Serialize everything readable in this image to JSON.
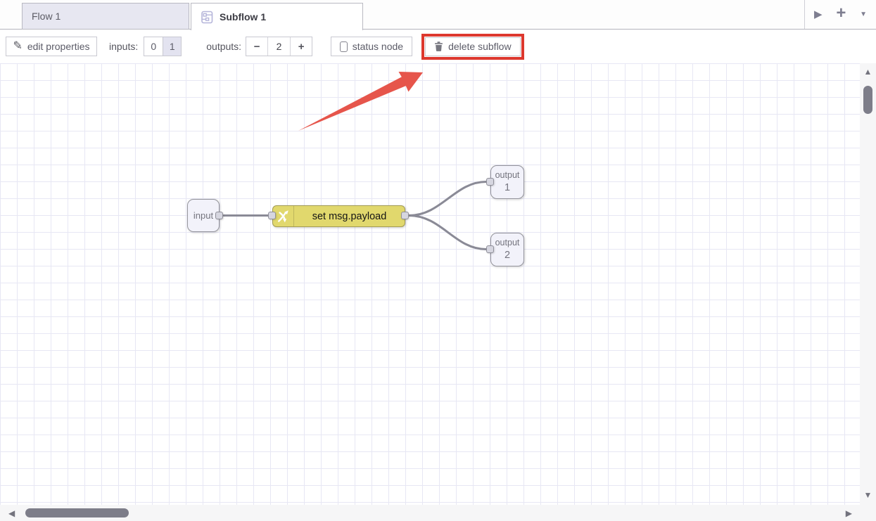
{
  "tab_bar": {
    "flow_tab": "Flow 1",
    "subflow_tab": "Subflow 1",
    "controls": {
      "scroll_right": "▶",
      "add": "+",
      "list": "▼"
    }
  },
  "toolbar": {
    "pencil_glyph": "✎",
    "edit_properties": "edit properties",
    "inputs_label": "inputs:",
    "input_zero": "0",
    "input_one": "1",
    "inputs_selected": "1",
    "outputs_label": "outputs:",
    "minus": "−",
    "outputs_value": "2",
    "plus": "+",
    "status_node": "status node",
    "status_node_checked": false,
    "delete_subflow": "delete subflow"
  },
  "canvas": {
    "input_node": {
      "label": "input"
    },
    "change_node": {
      "label": "set msg.payload"
    },
    "output_node_1": {
      "label": "output",
      "number": "1"
    },
    "output_node_2": {
      "label": "output",
      "number": "2"
    }
  },
  "scrollbars": {
    "up": "▲",
    "down": "▼",
    "left": "◀",
    "right": "▶"
  },
  "colors": {
    "change_node_fill": "#e1d86d",
    "io_node_fill": "#f2f2fa",
    "wire": "#8a8a96",
    "grid_line": "#e7e7f4",
    "inactive_tab_fill": "#e7e7f1",
    "annotation_box_red": "#dd382e",
    "annotation_arrow_red": "#e6554b"
  }
}
